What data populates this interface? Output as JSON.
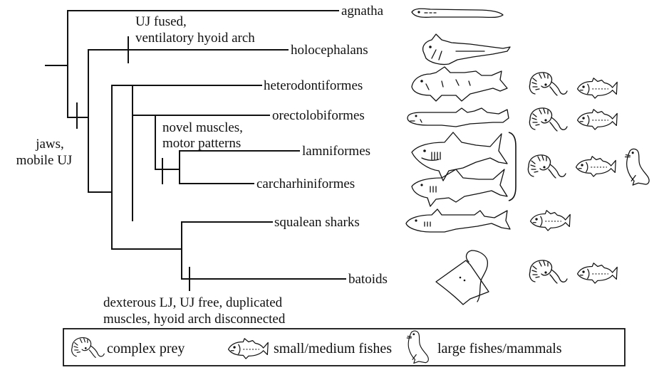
{
  "taxa": {
    "agnatha": "agnatha",
    "holocephalans": "holocephalans",
    "heterodontiformes": "heterodontiformes",
    "orectolobiformes": "orectolobiformes",
    "lamniformes": "lamniformes",
    "carcharhiniformes": "carcharhiniformes",
    "squalean": "squalean sharks",
    "batoids": "batoids"
  },
  "annotations": {
    "jaws": [
      "jaws,",
      "mobile UJ"
    ],
    "uj_fused": [
      "UJ fused,",
      "ventilatory hyoid arch"
    ],
    "novel_muscles": [
      "novel muscles,",
      "motor patterns"
    ],
    "dexterous": [
      "dexterous LJ, UJ free, duplicated",
      "muscles, hyoid arch disconnected"
    ]
  },
  "legend": {
    "complex_prey": "complex prey",
    "small_fishes": "small/medium fishes",
    "large_fishes": "large fishes/mammals"
  },
  "icons": {
    "prey": "shrimp-icon",
    "fish": "fish-icon",
    "seal": "seal-icon"
  }
}
